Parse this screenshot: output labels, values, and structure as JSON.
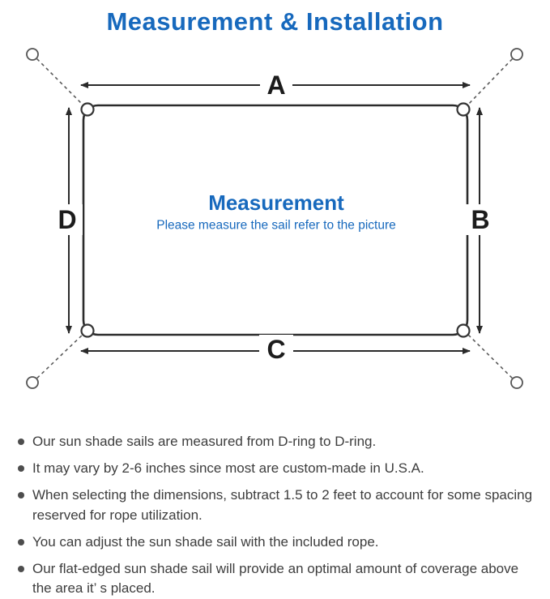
{
  "title": "Measurement & Installation",
  "diagram": {
    "labels": {
      "top": "A",
      "right": "B",
      "bottom": "C",
      "left": "D"
    },
    "center_title": "Measurement",
    "center_subtitle": "Please measure the sail refer to the picture"
  },
  "notes": [
    "Our sun shade sails are measured from D-ring to D-ring.",
    "It may vary by 2-6 inches since most are custom-made in U.S.A.",
    "When selecting the dimensions, subtract 1.5 to 2 feet to account for some spacing reserved for rope utilization.",
    "You can adjust the sun shade sail with the included rope.",
    "Our flat-edged sun shade sail will provide an optimal amount of coverage above the area it’ s placed."
  ],
  "colors": {
    "accent_blue": "#1769bd",
    "body_text": "#3d3d3d",
    "line_dark": "#2a2a2a"
  }
}
